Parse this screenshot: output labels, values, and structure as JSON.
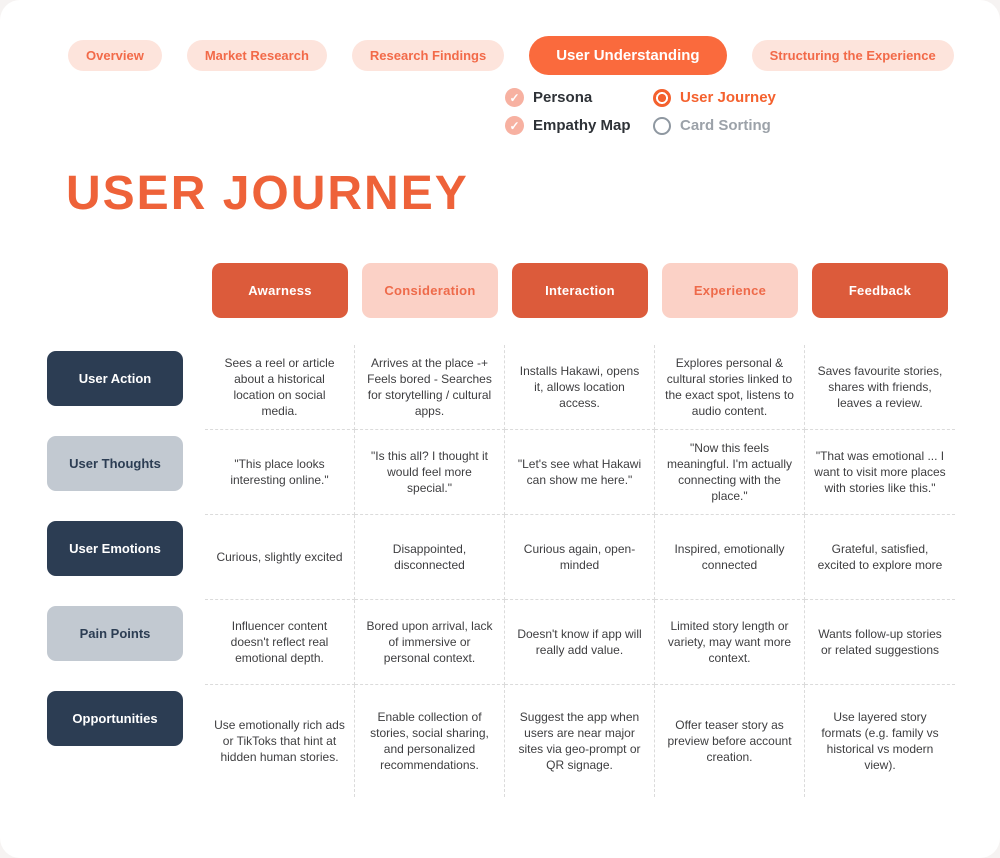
{
  "nav": {
    "tabs": [
      {
        "label": "Overview",
        "active": false
      },
      {
        "label": "Market Research",
        "active": false
      },
      {
        "label": "Research Findings",
        "active": false
      },
      {
        "label": "User Understanding",
        "active": true
      },
      {
        "label": "Structuring the Experience",
        "active": false
      }
    ]
  },
  "subnav": {
    "checkboxes": [
      {
        "label": "Persona",
        "checked": true
      },
      {
        "label": "Empathy Map",
        "checked": true
      }
    ],
    "radios": [
      {
        "label": "User Journey",
        "selected": true
      },
      {
        "label": "Card Sorting",
        "selected": false
      }
    ],
    "check_glyph": "✓"
  },
  "page_title": "USER JOURNEY",
  "journey": {
    "stages": [
      {
        "label": "Awarness",
        "style": "solid"
      },
      {
        "label": "Consideration",
        "style": "light"
      },
      {
        "label": "Interaction",
        "style": "solid"
      },
      {
        "label": "Experience",
        "style": "light"
      },
      {
        "label": "Feedback",
        "style": "solid"
      }
    ],
    "rows": [
      {
        "label": "User Action",
        "style": "dark",
        "cells": [
          "Sees a reel or article about a historical location on social media.",
          "Arrives at the place -+ Feels bored - Searches for storytelling / cultural apps.",
          "Installs Hakawi, opens it, allows location access.",
          "Explores personal & cultural stories linked to the exact spot, listens to audio content.",
          "Saves favourite stories, shares with friends, leaves a review."
        ]
      },
      {
        "label": "User Thoughts",
        "style": "gray",
        "cells": [
          "\"This place looks interesting online.\"",
          "\"Is this all? I thought it would feel more special.\"",
          "\"Let's see what Hakawi can show me here.\"",
          "\"Now this feels meaningful. I'm actually connecting with the place.\"",
          "\"That was emotional ... I want to visit more places with stories like this.\""
        ]
      },
      {
        "label": "User Emotions",
        "style": "dark",
        "cells": [
          "Curious, slightly excited",
          "Disappointed, disconnected",
          "Curious again, open-minded",
          "Inspired, emotionally connected",
          "Grateful, satisfied, excited to explore more"
        ]
      },
      {
        "label": "Pain Points",
        "style": "gray",
        "cells": [
          "Influencer content doesn't reflect real emotional depth.",
          "Bored upon arrival, lack of immersive or personal context.",
          "Doesn't know if app will really add value.",
          "Limited story length or variety, may want more context.",
          "Wants follow-up stories or related suggestions"
        ]
      },
      {
        "label": "Opportunities",
        "style": "dark",
        "cells": [
          "Use emotionally rich ads or TikToks that hint at hidden human stories.",
          "Enable collection of stories, social sharing, and personalized recommendations.",
          "Suggest the app when users are near major sites via geo-prompt or QR signage.",
          "Offer teaser story as preview before account creation.",
          "Use layered story formats (e.g. family vs historical vs modern view)."
        ]
      }
    ]
  },
  "colors": {
    "accent_orange": "#F4612E",
    "active_tab_orange": "#FA6A3D",
    "stage_solid_orange": "#DC5B3B",
    "stage_light_pink": "#FBD1C6",
    "inactive_pill_pink": "#FDE4DC",
    "title_orange": "#EE6239",
    "navy": "#2C3D53",
    "label_gray": "#C2C9D1",
    "check_circle_salmon": "#F7B1A1"
  }
}
